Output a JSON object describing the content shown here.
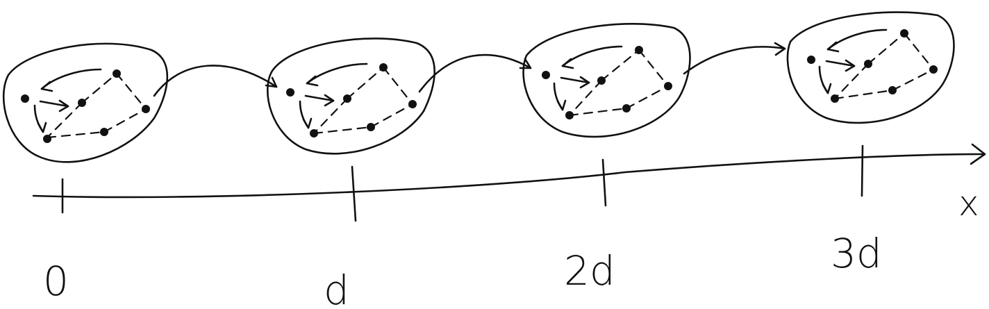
{
  "diagram": {
    "axis_label": "x",
    "ticks": [
      {
        "label": "0"
      },
      {
        "label": "d"
      },
      {
        "label": "2d"
      },
      {
        "label": "3d"
      }
    ],
    "cell_count": 4,
    "ink_color": "#111111",
    "background_color": "#ffffff"
  }
}
